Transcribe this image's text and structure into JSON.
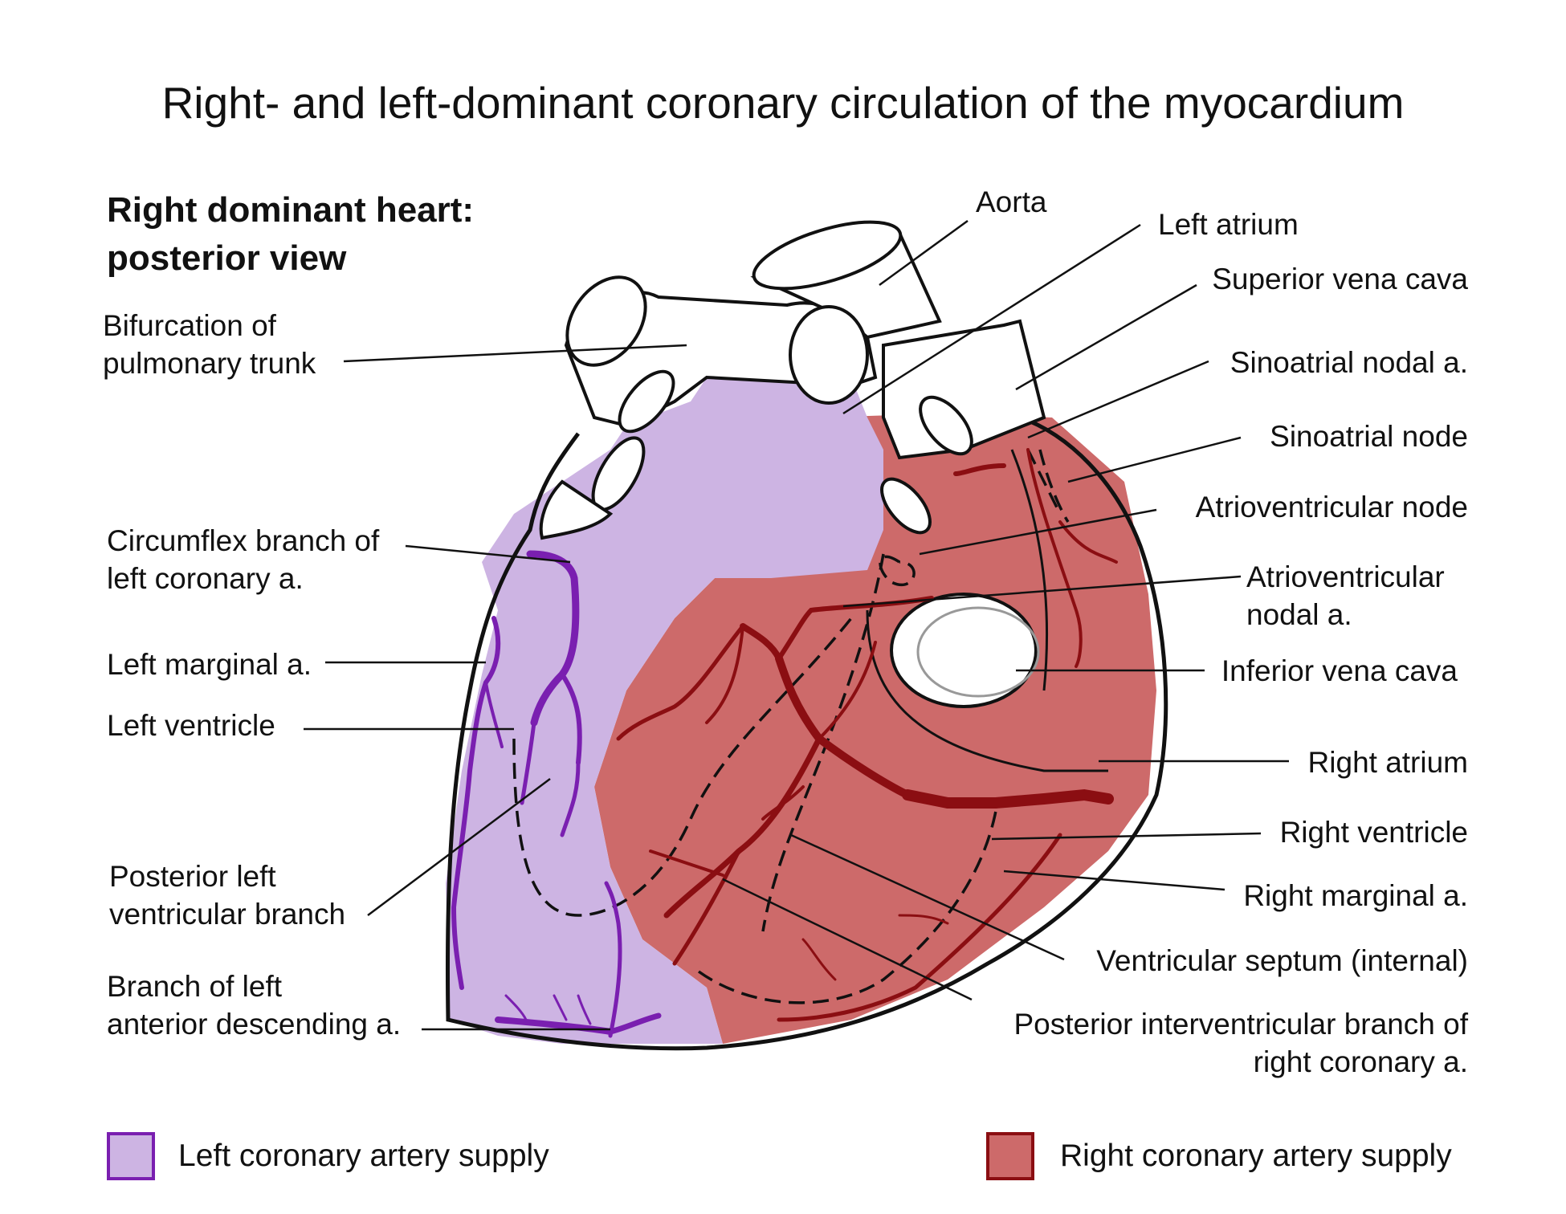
{
  "title": "Right- and left-dominant coronary circulation of the myocardium",
  "subtitle": "Right dominant heart:\nposterior view",
  "colors": {
    "left_supply": "#cdb4e3",
    "right_supply": "#cd6a6a",
    "left_artery": "#7a1fb0",
    "right_artery": "#8b0e12",
    "outline": "#111111"
  },
  "labels": {
    "aorta": "Aorta",
    "left_atrium": "Left atrium",
    "superior_vena_cava": "Superior vena cava",
    "sinoatrial_nodal_a": "Sinoatrial nodal a.",
    "sinoatrial_node": "Sinoatrial node",
    "atrioventricular_node": "Atrioventricular node",
    "atrioventricular_nodal_a": "Atrioventricular\nnodal a.",
    "inferior_vena_cava": "Inferior vena cava",
    "right_atrium": "Right atrium",
    "right_ventricle": "Right ventricle",
    "right_marginal_a": "Right marginal a.",
    "ventricular_septum": "Ventricular septum (internal)",
    "posterior_interventricular": "Posterior interventricular branch of\nright coronary a.",
    "bifurcation_pulmonary": "Bifurcation of\npulmonary trunk",
    "circumflex": "Circumflex branch of\nleft coronary a.",
    "left_marginal_a": "Left marginal a.",
    "left_ventricle": "Left ventricle",
    "posterior_left_ventricular": "Posterior left\nventricular branch",
    "branch_lad": "Branch of left\nanterior descending a."
  },
  "legend": {
    "left": "Left coronary artery supply",
    "right": "Right coronary artery supply"
  }
}
